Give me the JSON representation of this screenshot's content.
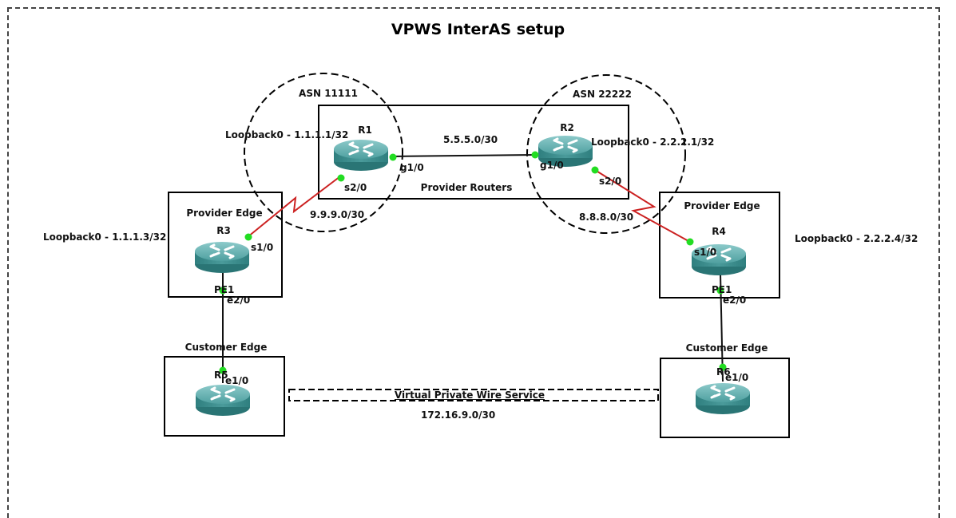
{
  "title": "VPWS InterAS setup",
  "colors": {
    "router_body": "#3d8f8f",
    "router_top": "#6ab4b4",
    "serial_link": "#cc2222",
    "ethernet_link": "#111111",
    "port_dot": "#22dd22"
  },
  "groups": {
    "asn1": "ASN 11111",
    "asn2": "ASN 22222",
    "provider_routers": "Provider Routers",
    "pe_left": "Provider Edge",
    "pe_right": "Provider Edge",
    "ce_left": "Customer Edge",
    "ce_right": "Customer Edge"
  },
  "routers": {
    "r1": {
      "name": "R1",
      "loopback": "Loopback0 - 1.1.1.1/32",
      "ports": [
        "g1/0",
        "s2/0"
      ]
    },
    "r2": {
      "name": "R2",
      "loopback": "Loopback0 - 2.2.2.1/32",
      "ports": [
        "g1/0",
        "s2/0"
      ]
    },
    "r3": {
      "name": "R3",
      "loopback": "Loopback0 - 1.1.1.3/32",
      "ports": [
        "s1/0",
        "e2/0"
      ],
      "tag": "PE1"
    },
    "r4": {
      "name": "R4",
      "loopback": "Loopback0 - 2.2.2.4/32",
      "ports": [
        "s1/0",
        "e2/0"
      ],
      "tag": "PE1"
    },
    "r5": {
      "name": "R5",
      "ports": [
        "e1/0"
      ]
    },
    "r6": {
      "name": "R6",
      "ports": [
        "e1/0"
      ]
    }
  },
  "subnets": {
    "r1_r2": "5.5.5.0/30",
    "r1_r3": "9.9.9.0/30",
    "r2_r4": "8.8.8.0/30",
    "ce_ce": "172.16.9.0/30"
  },
  "vpws": "Virtual Private Wire Service"
}
